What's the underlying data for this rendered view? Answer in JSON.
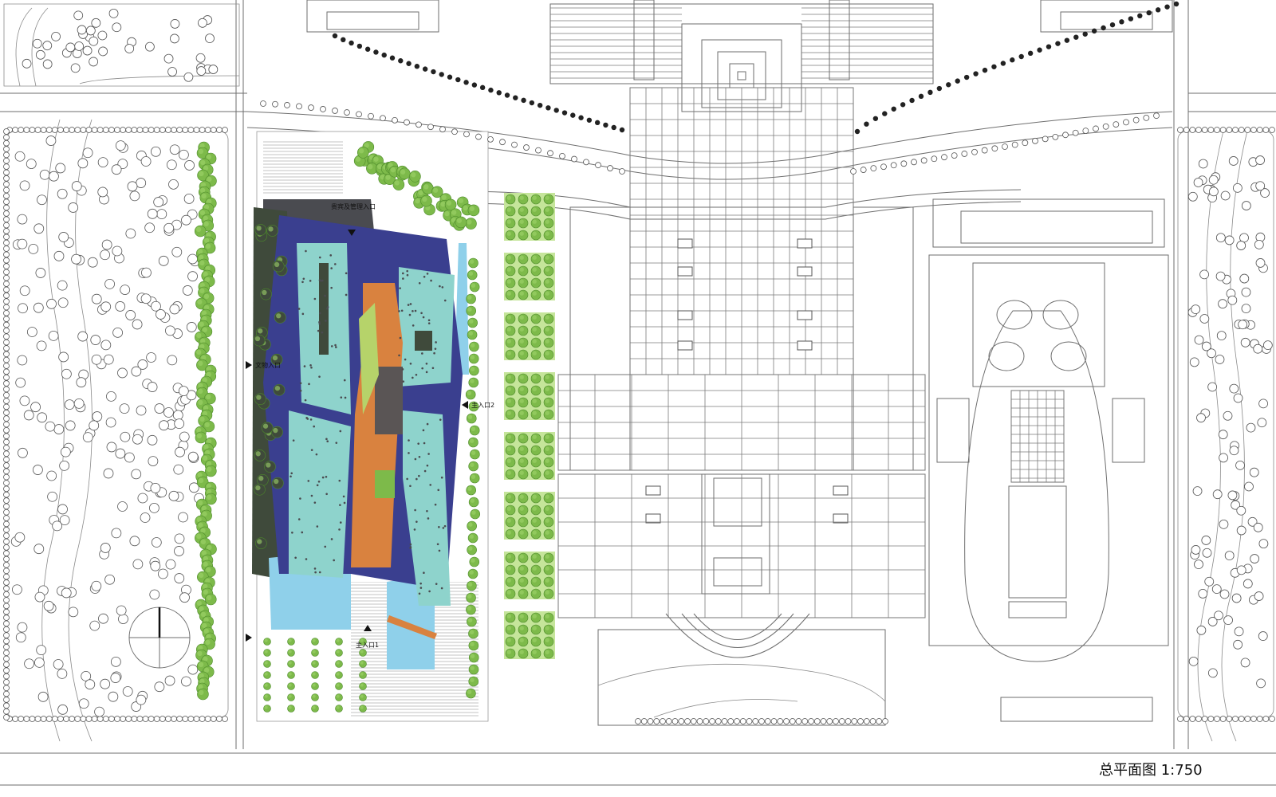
{
  "labels": {
    "vip_entrance": "贵宾及管理入口",
    "artifact_entrance": "文物入口",
    "main_entrance_2": "主入口2",
    "main_entrance_1": "主入口1"
  },
  "title": "总平面图  1:750",
  "colors": {
    "dark_grey": "#4a4b50",
    "dark_green": "#3f4a3b",
    "navy": "#3a3f8f",
    "light_blue": "#8fd0ea",
    "mint": "#8ed3cc",
    "orange": "#d9823f",
    "tree_green": "#7dba4a",
    "tree_light": "#c5e59a"
  }
}
